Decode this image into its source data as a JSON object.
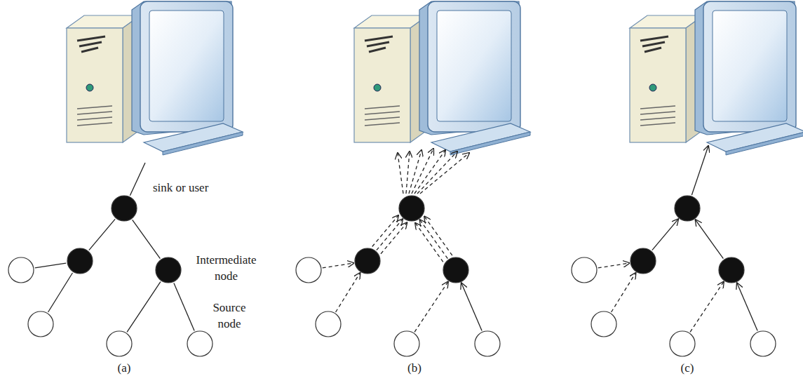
{
  "diagram": {
    "labels": [
      "sink or user",
      "Intermediate node",
      "Source node",
      "(a)",
      "(b)",
      "(c)"
    ]
  }
}
